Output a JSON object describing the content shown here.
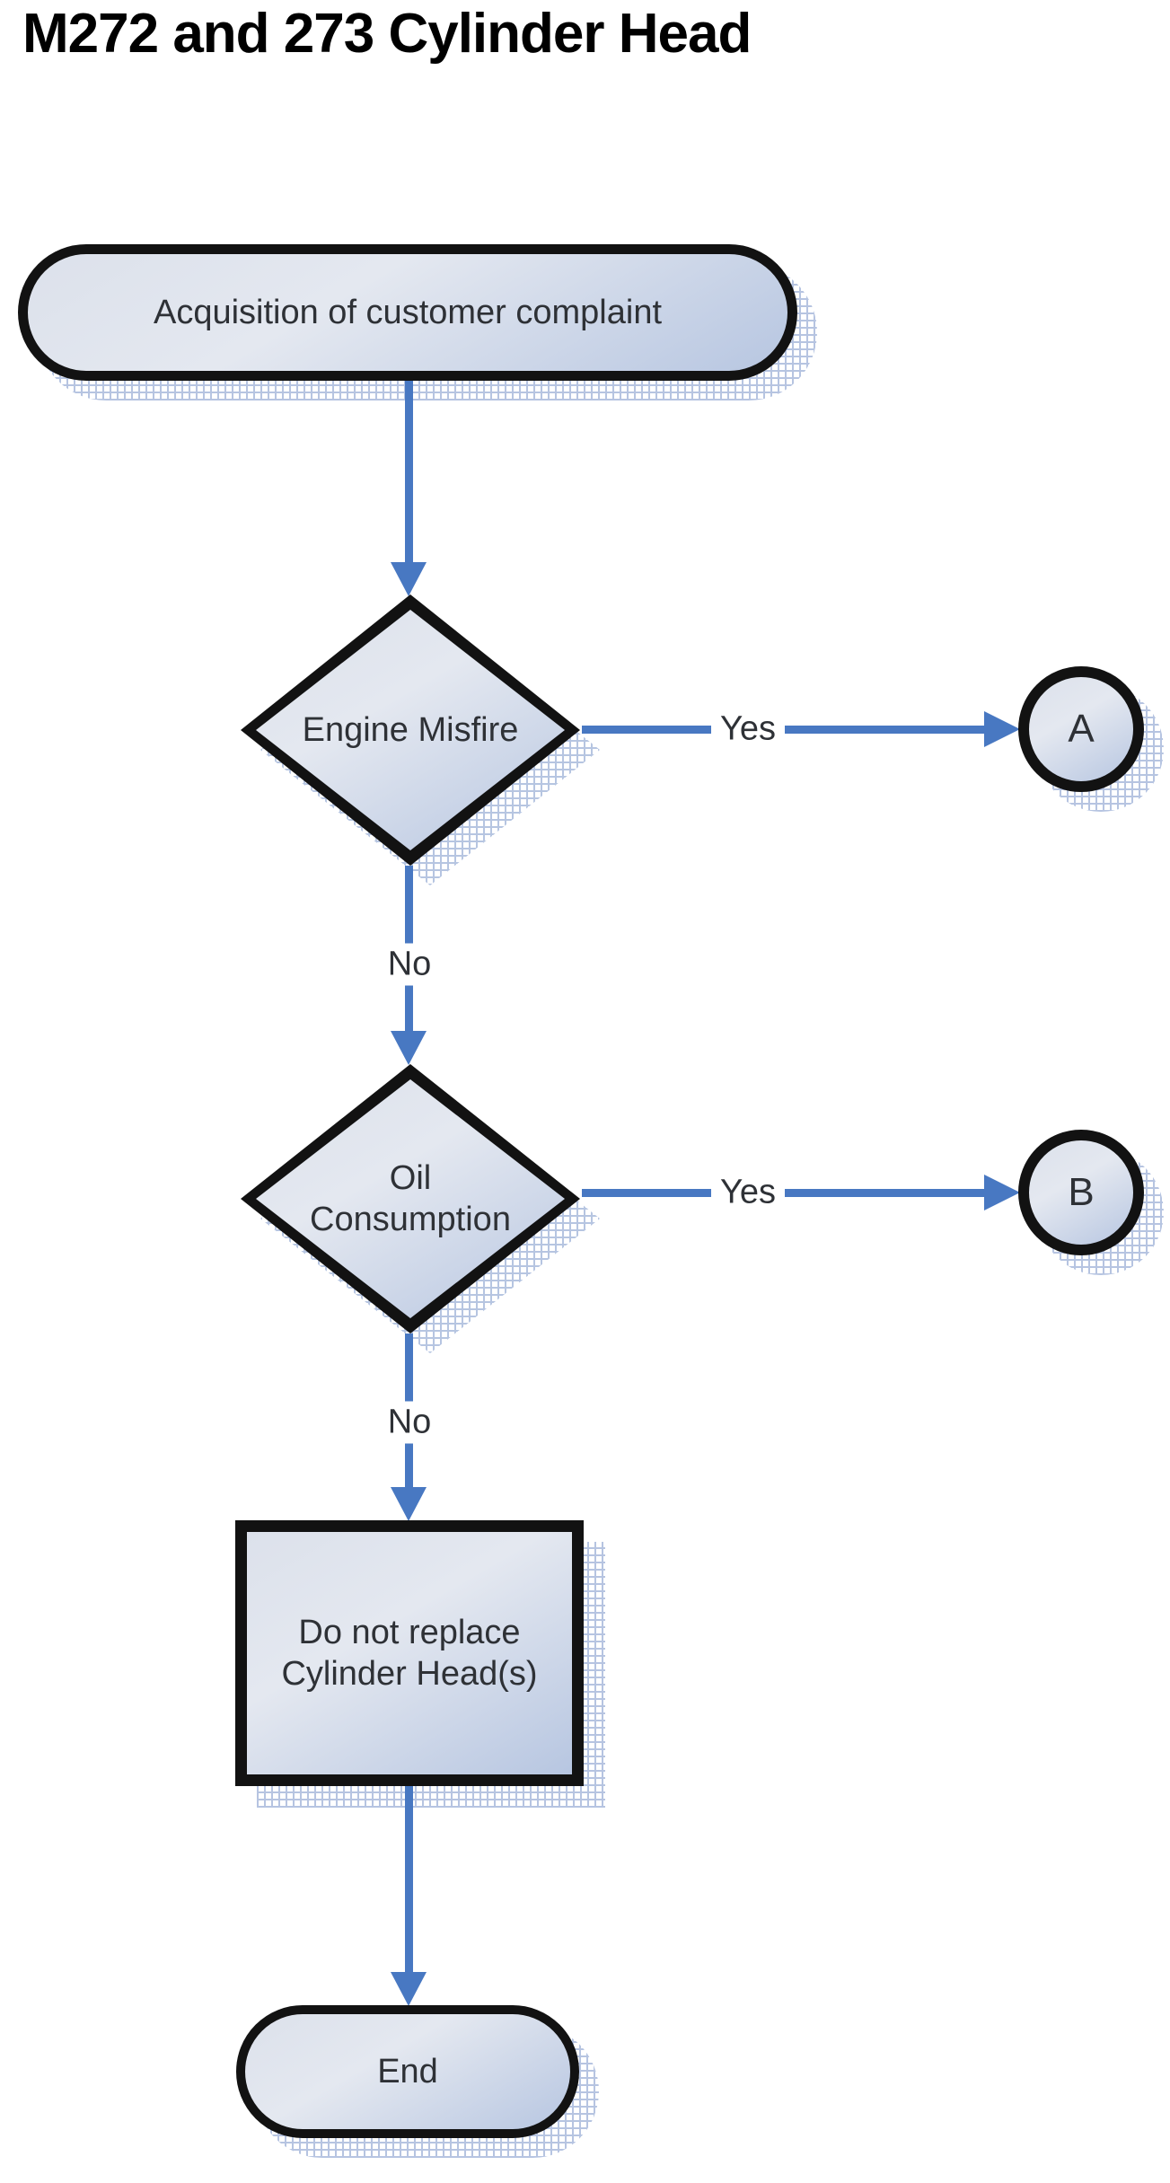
{
  "page": {
    "title": "M272 and 273 Cylinder Head"
  },
  "flowchart": {
    "nodes": {
      "start": {
        "type": "terminator",
        "label": "Acquisition of customer complaint"
      },
      "engine_misfire": {
        "type": "decision",
        "label": "Engine Misfire"
      },
      "connector_a": {
        "type": "connector",
        "label": "A"
      },
      "oil_consumption": {
        "type": "decision",
        "label": "Oil Consumption"
      },
      "connector_b": {
        "type": "connector",
        "label": "B"
      },
      "do_not_replace": {
        "type": "process",
        "label": "Do not replace Cylinder Head(s)"
      },
      "end": {
        "type": "terminator",
        "label": "End"
      }
    },
    "edges": {
      "start_to_engine": {
        "from": "start",
        "to": "engine_misfire",
        "label": ""
      },
      "engine_yes": {
        "from": "engine_misfire",
        "to": "connector_a",
        "label": "Yes"
      },
      "engine_no": {
        "from": "engine_misfire",
        "to": "oil_consumption",
        "label": "No"
      },
      "oil_yes": {
        "from": "oil_consumption",
        "to": "connector_b",
        "label": "Yes"
      },
      "oil_no": {
        "from": "oil_consumption",
        "to": "do_not_replace",
        "label": "No"
      },
      "process_to_end": {
        "from": "do_not_replace",
        "to": "end",
        "label": ""
      }
    },
    "colors": {
      "background": "#ffffff",
      "title_text": "#000000",
      "node_border": "#121212",
      "node_fill_light": "#dce1eb",
      "node_fill_mid": "#e4e8f0",
      "node_fill_dark": "#b7c6e1",
      "arrow": "#4878c2",
      "node_label_text": "#2e3136",
      "edge_label_text": "#2e3136",
      "shadow_hatch": "#7b95c9"
    }
  }
}
